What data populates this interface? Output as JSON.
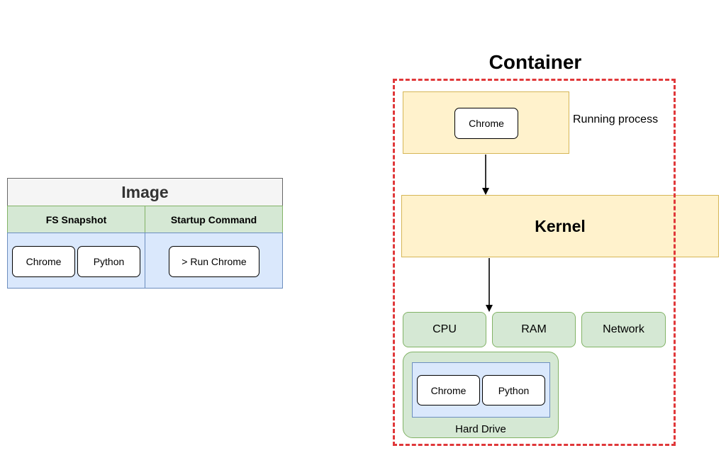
{
  "image_panel": {
    "title": "Image",
    "fs_header": "FS Snapshot",
    "cmd_header": "Startup Command",
    "fs_files": [
      "Chrome",
      "Python"
    ],
    "startup_command": "> Run Chrome"
  },
  "container": {
    "title": "Container",
    "process": "Chrome",
    "process_caption": "Running process",
    "kernel": "Kernel",
    "resources": [
      "CPU",
      "RAM",
      "Network"
    ],
    "hard_drive": {
      "label": "Hard Drive",
      "files": [
        "Chrome",
        "Python"
      ]
    }
  },
  "colors": {
    "container_border": "#e0383a",
    "yellow_fill": "#fff2cc",
    "green_fill": "#d5e8d4",
    "blue_fill": "#dae8fc"
  }
}
